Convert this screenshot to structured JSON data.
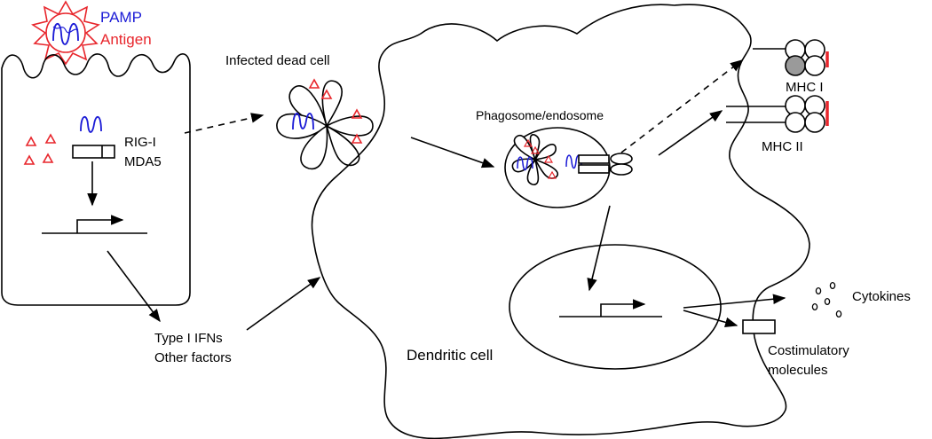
{
  "labels": {
    "pamp": "PAMP",
    "antigen": "Antigen",
    "rig_i": "RIG-I",
    "mda5": "MDA5",
    "infected_dead_cell": "Infected dead cell",
    "phagosome": "Phagosome/endosome",
    "mhc_i": "MHC I",
    "mhc_ii": "MHC II",
    "cytokines": "Cytokines",
    "costim_line1": "Costimulatory",
    "costim_line2": "molecules",
    "ifn_line1": "Type I IFNs",
    "ifn_line2": "Other factors",
    "dendritic_cell": "Dendritic cell"
  },
  "colors": {
    "pamp": "#1b1bd6",
    "antigen": "#e8262c",
    "outline": "#000000",
    "mhc_fill": "#9a9a9a"
  }
}
